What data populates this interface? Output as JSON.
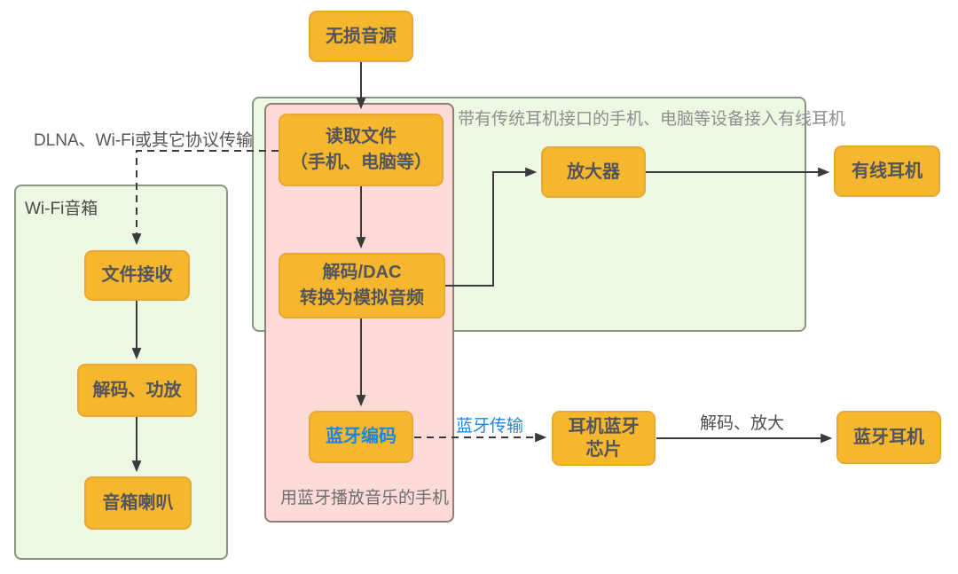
{
  "regions": {
    "wifi_speaker": {
      "label": "Wi-Fi音箱"
    },
    "wired_headphone_device": {
      "label": "带有传统耳机接口的手机、电脑等设备接入有线耳机"
    },
    "bluetooth_phone": {
      "label": "用蓝牙播放音乐的手机"
    }
  },
  "nodes": {
    "lossless_source": {
      "label": "无损音源"
    },
    "read_file": {
      "line1": "读取文件",
      "line2": "（手机、电脑等）"
    },
    "decode_dac": {
      "line1": "解码/DAC",
      "line2": "转换为模拟音频"
    },
    "bluetooth_encode": {
      "label": "蓝牙编码"
    },
    "amplifier": {
      "label": "放大器"
    },
    "wired_headphone": {
      "label": "有线耳机"
    },
    "file_receive": {
      "label": "文件接收"
    },
    "decode_power_amp": {
      "label": "解码、功放"
    },
    "speaker_driver": {
      "label": "音箱喇叭"
    },
    "headphone_bt_chip": {
      "line1": "耳机蓝牙",
      "line2": "芯片"
    },
    "bluetooth_headphone": {
      "label": "蓝牙耳机"
    }
  },
  "edge_labels": {
    "dlna_wifi": {
      "label": "DLNA、Wi-Fi或其它协议传输"
    },
    "bluetooth_transfer": {
      "label": "蓝牙传输"
    },
    "decode_amplify": {
      "label": "解码、放大"
    }
  },
  "colors": {
    "node_fill": "#F5B72E",
    "node_border": "#E9A733",
    "node_text": "#53545C",
    "blue_text": "#1E86E0",
    "pink_region_fill": "#FBDAD8",
    "pink_region_border": "#8F7E7B",
    "green_region_fill": "#EDF8E3",
    "green_region_border": "#8A9485",
    "line_color": "#3A3A3A",
    "region_label_gray": "#8F8F8F",
    "caption_gray": "#6E6E6E",
    "label_dark_gray": "#565656"
  }
}
